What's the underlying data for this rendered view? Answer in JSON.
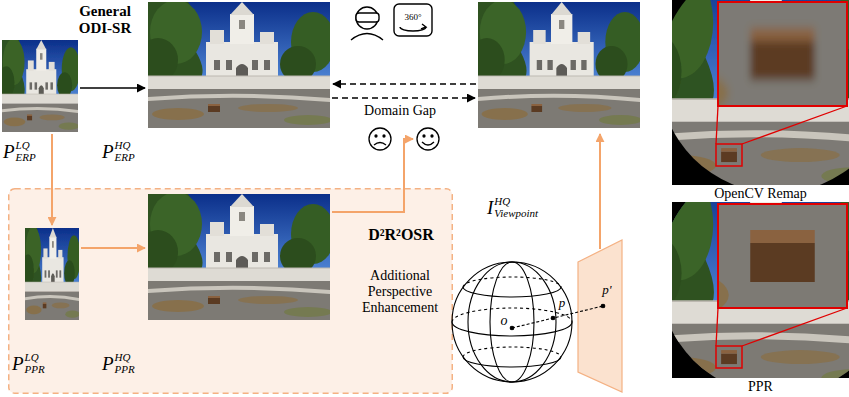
{
  "diagram": {
    "nodes": [
      {
        "text": [
          "P",
          "LQ",
          "ERP"
        ]
      },
      {
        "text": [
          "P",
          "HQ",
          "ERP"
        ]
      },
      {
        "text": [
          "D²R²OSR",
          "Additional Perspective Enhancement"
        ]
      },
      {
        "text": [
          "P",
          "LQ",
          "PPR"
        ],
        "in": 2
      },
      {
        "text": [
          "P",
          "HQ",
          "PPR"
        ],
        "in": 2
      },
      {
        "text": [
          "I",
          "HQ",
          "Viewpoint"
        ]
      },
      {
        "text": [
          "OpenCV Remap"
        ]
      },
      {
        "text": [
          "PPR"
        ]
      }
    ],
    "edges": [
      {
        "from": 0,
        "to": 1,
        "arrow": "to"
      },
      {
        "from": 0,
        "to": 3,
        "arrow": "to"
      },
      {
        "from": 3,
        "to": 4,
        "arrow": "to"
      },
      {
        "from": 5,
        "to": 1,
        "arrow": "to"
      },
      {
        "from": 1,
        "to": 5,
        "arrow": "to"
      }
    ],
    "labels": [
      "General ODI-SR",
      "360°",
      "Domain Gap",
      "o",
      "p",
      "p'"
    ]
  }
}
